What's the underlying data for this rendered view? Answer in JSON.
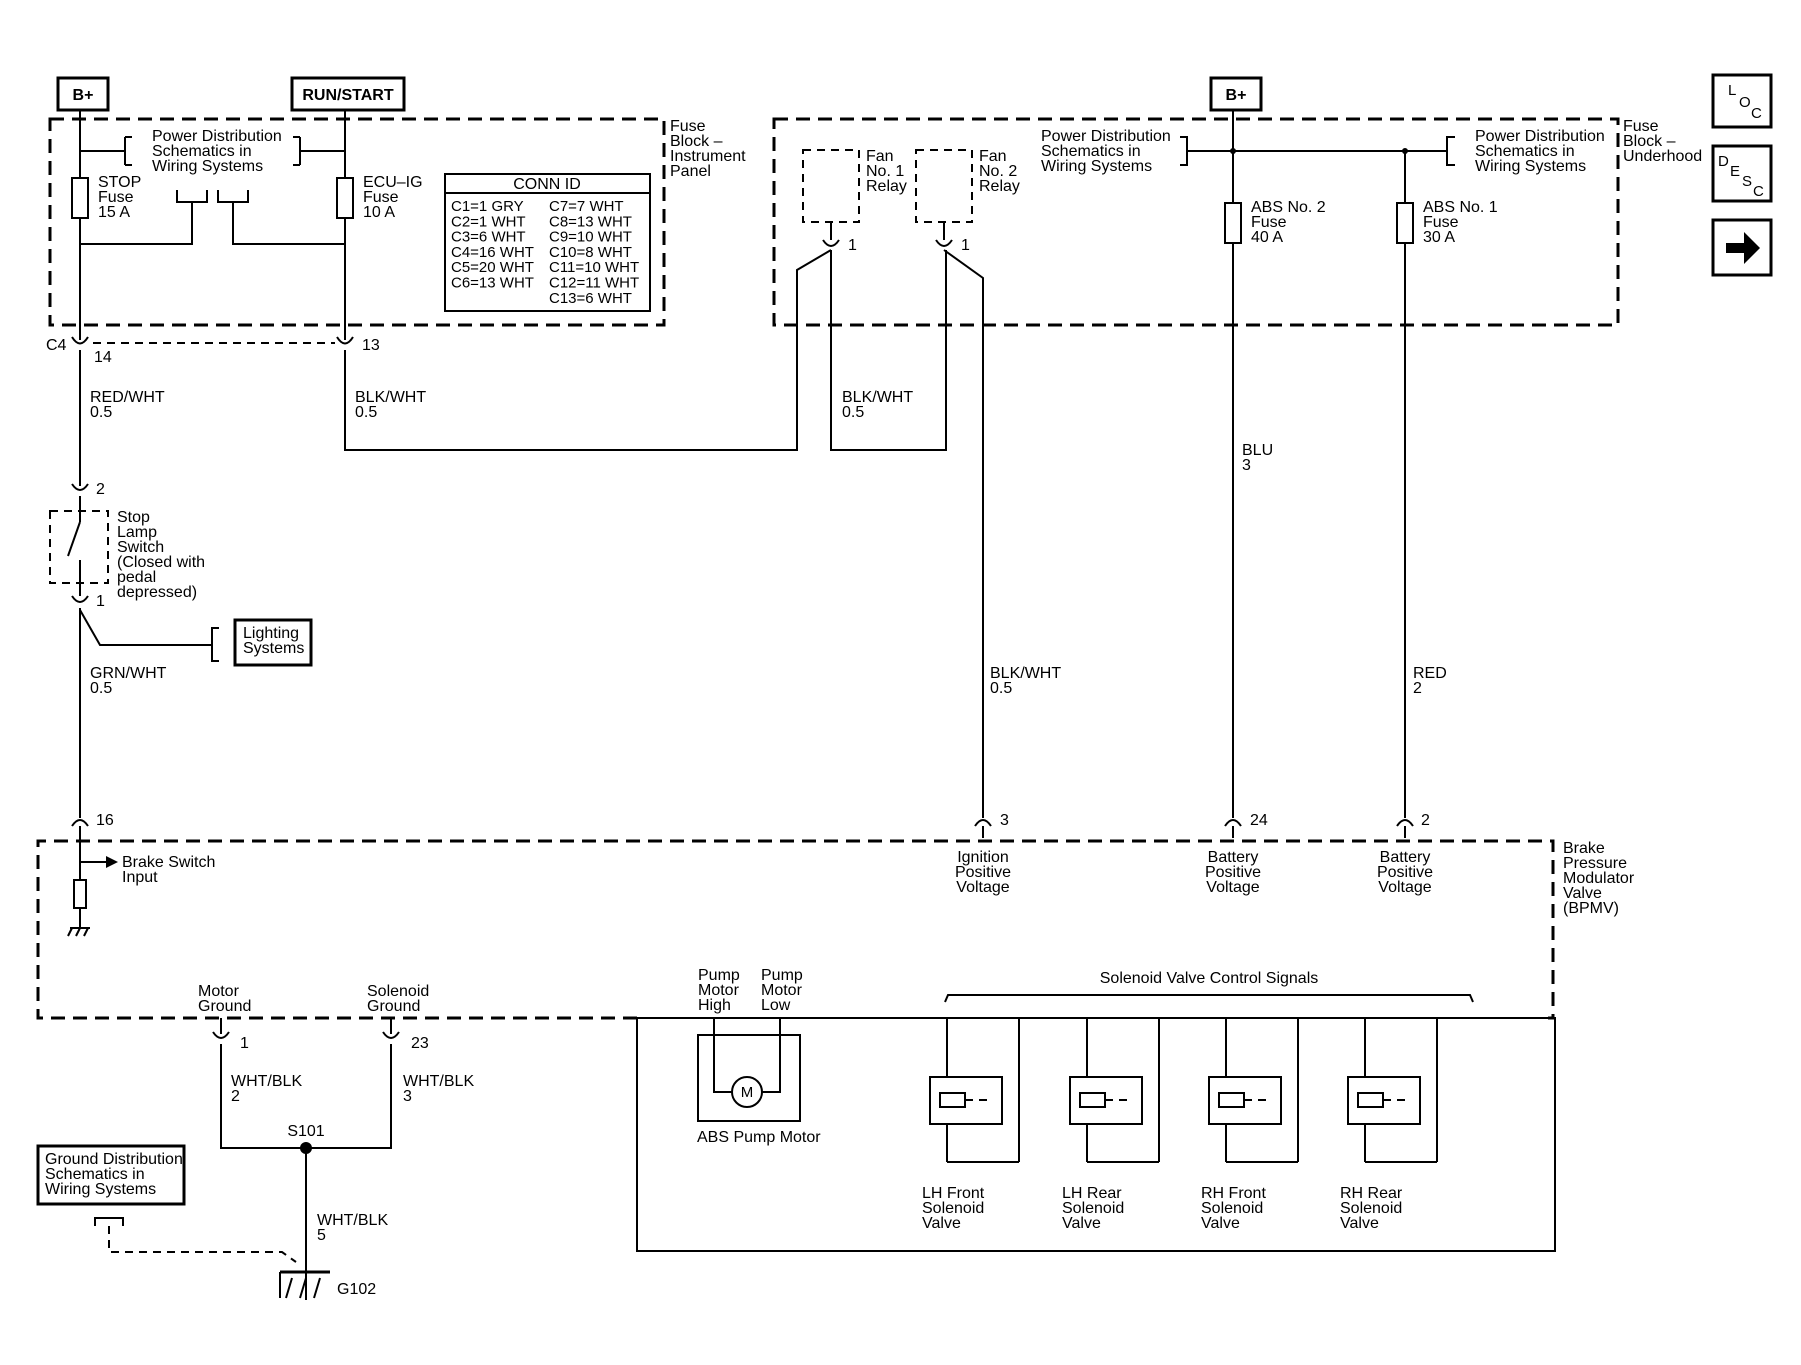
{
  "power": {
    "bplus_left": "B+",
    "run_start": "RUN/START",
    "bplus_right": "B+"
  },
  "nav": {
    "loc_1": "L",
    "loc_2": "O",
    "loc_3": "C",
    "desc_1": "D",
    "desc_2": "E",
    "desc_3": "S",
    "desc_4": "C",
    "next_icon": "arrow-right-icon"
  },
  "fuse_ip": {
    "title": [
      "Fuse",
      "Block –",
      "Instrument",
      "Panel"
    ],
    "pds": [
      "Power Distribution",
      "Schematics in",
      "Wiring Systems"
    ],
    "stop_fuse": [
      "STOP",
      "Fuse",
      "15 A"
    ],
    "ecu_fuse": [
      "ECU–IG",
      "Fuse",
      "10 A"
    ],
    "connector": "C4",
    "pin_left": "14",
    "pin_right": "13"
  },
  "conn_id": {
    "title": "CONN ID",
    "left": [
      "C1=1 GRY",
      "C2=1 WHT",
      "C3=6 WHT",
      "C4=16 WHT",
      "C5=20 WHT",
      "C6=13 WHT"
    ],
    "right": [
      "C7=7 WHT",
      "C8=13 WHT",
      "C9=10 WHT",
      "C10=8 WHT",
      "C11=10 WHT",
      "C12=11 WHT",
      "C13=6 WHT"
    ]
  },
  "fuse_uh": {
    "title": [
      "Fuse",
      "Block –",
      "Underhood"
    ],
    "relay1": [
      "Fan",
      "No. 1",
      "Relay"
    ],
    "relay2": [
      "Fan",
      "No. 2",
      "Relay"
    ],
    "relay_pin": "1",
    "pds_left": [
      "Power Distribution",
      "Schematics in",
      "Wiring Systems"
    ],
    "pds_right": [
      "Power Distribution",
      "Schematics in",
      "Wiring Systems"
    ],
    "abs2": [
      "ABS No. 2",
      "Fuse",
      "40 A"
    ],
    "abs1": [
      "ABS No. 1",
      "Fuse",
      "30 A"
    ]
  },
  "wires": {
    "red_wht": [
      "RED/WHT",
      "0.5"
    ],
    "blk_wht_a": [
      "BLK/WHT",
      "0.5"
    ],
    "blk_wht_b": [
      "BLK/WHT",
      "0.5"
    ],
    "blu": [
      "BLU",
      "3"
    ],
    "grn_wht": [
      "GRN/WHT",
      "0.5"
    ],
    "blk_wht_c": [
      "BLK/WHT",
      "0.5"
    ],
    "red": [
      "RED",
      "2"
    ],
    "wht_blk_1": [
      "WHT/BLK",
      "2"
    ],
    "wht_blk_2": [
      "WHT/BLK",
      "3"
    ],
    "wht_blk_3": [
      "WHT/BLK",
      "5"
    ]
  },
  "stop_switch": {
    "label": [
      "Stop",
      "Lamp",
      "Switch",
      "(Closed with",
      "pedal",
      "depressed)"
    ],
    "pin_top": "2",
    "pin_bottom": "1"
  },
  "lighting": [
    "Lighting",
    "Systems"
  ],
  "bpmv": {
    "title": [
      "Brake",
      "Pressure",
      "Modulator",
      "Valve",
      "(BPMV)"
    ],
    "pin_16": "16",
    "brake_switch": [
      "Brake Switch",
      "Input"
    ],
    "pin_3": "3",
    "ign": [
      "Ignition",
      "Positive",
      "Voltage"
    ],
    "pin_24": "24",
    "batt1": [
      "Battery",
      "Positive",
      "Voltage"
    ],
    "pin_2": "2",
    "batt2": [
      "Battery",
      "Positive",
      "Voltage"
    ],
    "motor_ground": [
      "Motor",
      "Ground"
    ],
    "solenoid_ground": [
      "Solenoid",
      "Ground"
    ],
    "pin_1": "1",
    "pin_23": "23",
    "pump_high": [
      "Pump",
      "Motor",
      "High"
    ],
    "pump_low": [
      "Pump",
      "Motor",
      "Low"
    ],
    "pump_motor": "ABS Pump Motor",
    "motor_symbol": "M",
    "svcs": "Solenoid Valve Control Signals",
    "valves": [
      [
        "LH Front",
        "Solenoid",
        "Valve"
      ],
      [
        "LH Rear",
        "Solenoid",
        "Valve"
      ],
      [
        "RH Front",
        "Solenoid",
        "Valve"
      ],
      [
        "RH Rear",
        "Solenoid",
        "Valve"
      ]
    ]
  },
  "splice": "S101",
  "ground_dist": [
    "Ground Distribution",
    "Schematics in",
    "Wiring Systems"
  ],
  "ground": "G102"
}
